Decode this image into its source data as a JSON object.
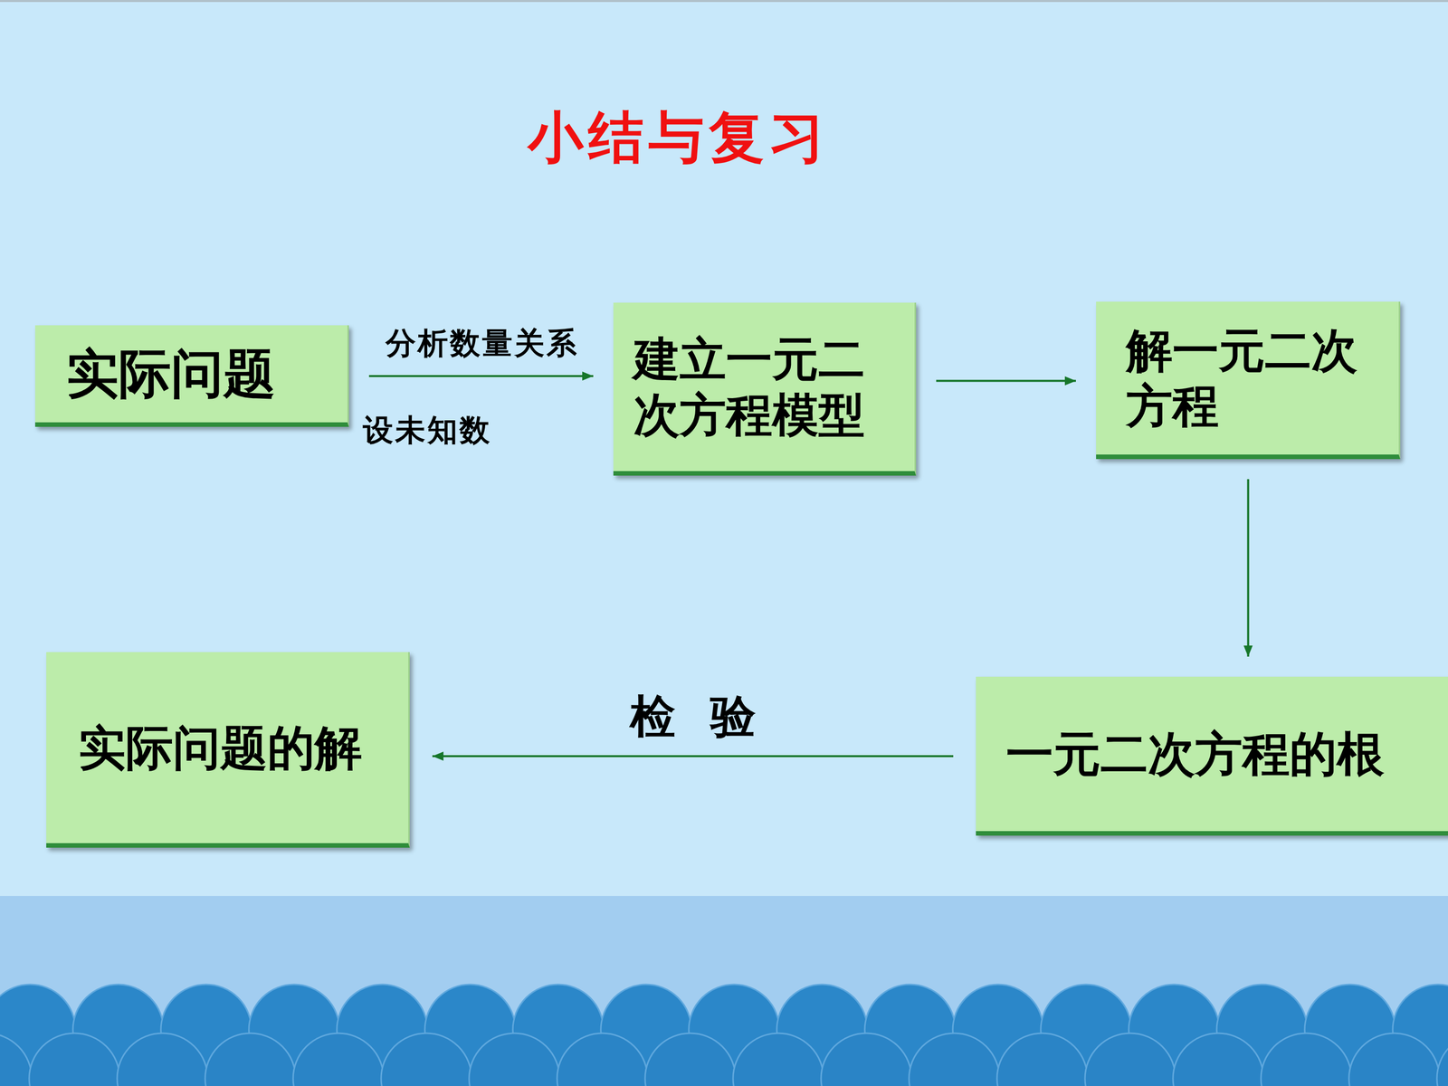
{
  "diagram": {
    "title": "小结与复习",
    "nodes": [
      {
        "text": [
          "实际问题"
        ]
      },
      {
        "text": [
          "建立一元二次方程模型"
        ]
      },
      {
        "text": [
          "解一元二次方程"
        ]
      },
      {
        "text": [
          "一元二次方程的根"
        ]
      },
      {
        "text": [
          "实际问题的解"
        ]
      }
    ],
    "edges": [
      {
        "from": 0,
        "to": 1,
        "arrow": "to",
        "label": "分析数量关系"
      },
      {
        "from": 1,
        "to": 2,
        "arrow": "to"
      },
      {
        "from": 2,
        "to": 3,
        "arrow": "to"
      },
      {
        "from": 3,
        "to": 4,
        "arrow": "to",
        "label": "检验"
      }
    ],
    "labels": [
      "设未知数"
    ]
  }
}
